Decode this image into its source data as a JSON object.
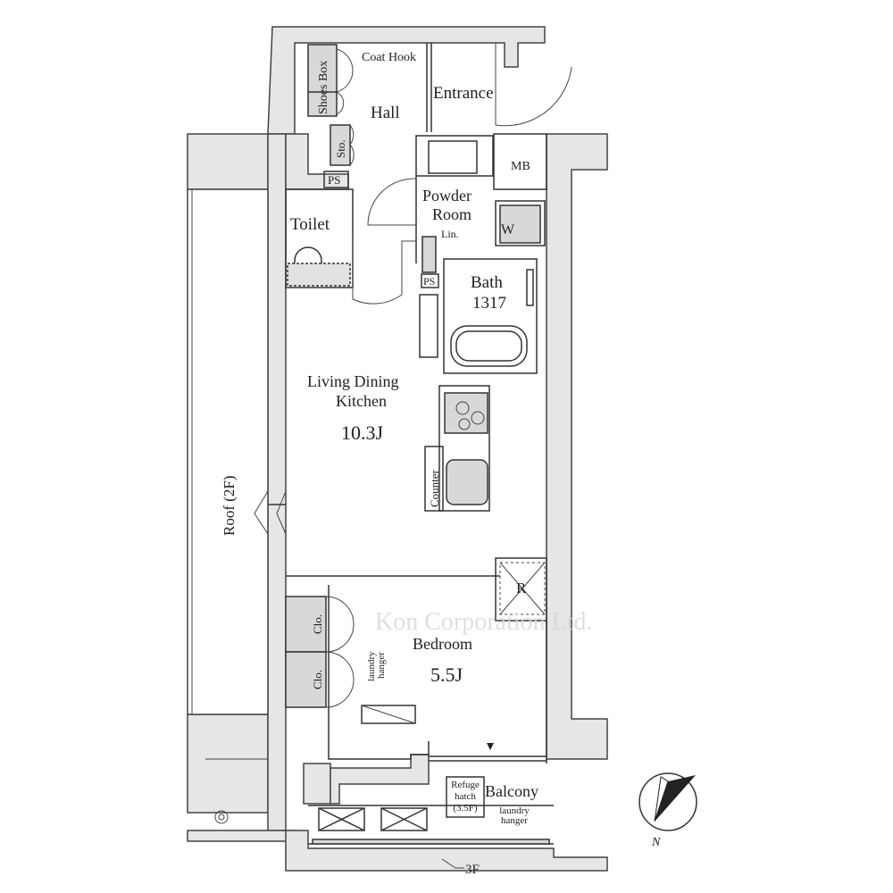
{
  "rooms": {
    "coat_hook": "Coat Hook",
    "shoes_box": "Shoes Box",
    "hall": "Hall",
    "entrance": "Entrance",
    "storage": "Sto.",
    "ps_top": "PS",
    "mb": "MB",
    "powder_room_1": "Powder",
    "powder_room_2": "Room",
    "washer": "W",
    "toilet": "Toilet",
    "linen": "Lin.",
    "ps_mid": "PS",
    "bath": "Bath",
    "bath_size": "1317",
    "ldk_1": "Living Dining",
    "ldk_2": "Kitchen",
    "ldk_size": "10.3J",
    "counter": "Counter",
    "roof": "Roof (2F)",
    "refrigerator": "R",
    "closet_1": "Clo.",
    "closet_2": "Clo.",
    "laundry_hanger_bed_1": "laundry",
    "laundry_hanger_bed_2": "hanger",
    "bedroom": "Bedroom",
    "bedroom_size": "5.5J",
    "refuge_1": "Refuge",
    "refuge_2": "hatch",
    "refuge_3": "(3.5F)",
    "balcony": "Balcony",
    "laundry_hanger_bal_1": "laundry",
    "laundry_hanger_bal_2": "hanger",
    "floor_3f": "3F",
    "north": "N"
  },
  "watermark": "Kon Corporation Ltd."
}
